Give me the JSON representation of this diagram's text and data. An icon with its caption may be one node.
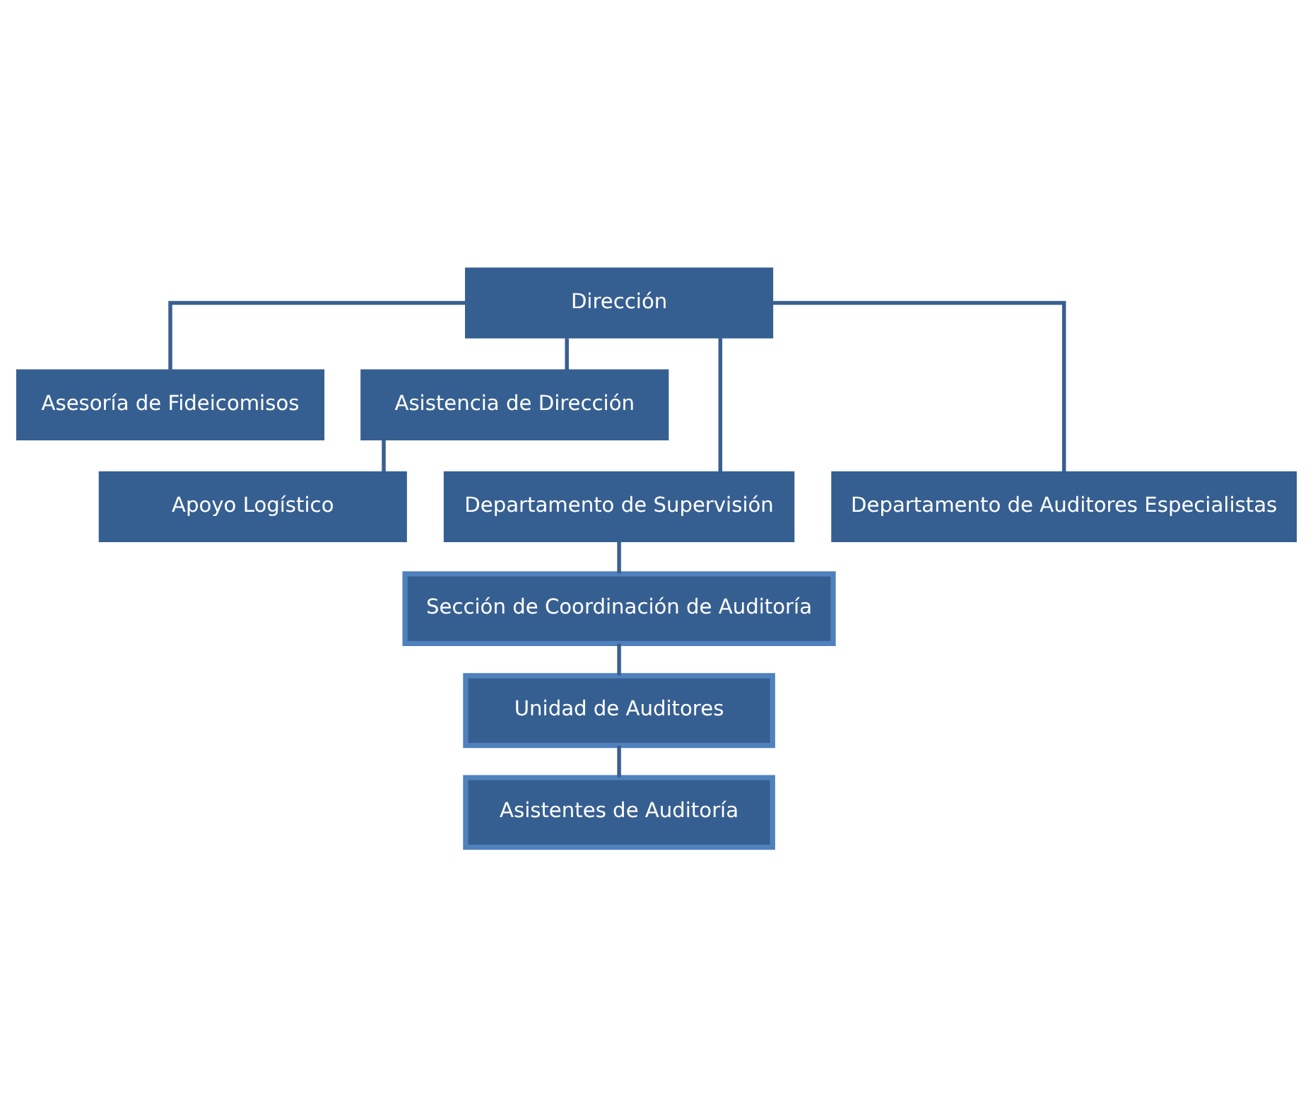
{
  "diagram": {
    "nodes": [
      {
        "text": [
          "Dirección"
        ]
      },
      {
        "text": [
          "Asesoría de Fideicomisos"
        ]
      },
      {
        "text": [
          "Asistencia de Dirección"
        ]
      },
      {
        "text": [
          "Apoyo Logístico"
        ]
      },
      {
        "text": [
          "Departamento de Supervisión"
        ]
      },
      {
        "text": [
          "Departamento de Auditores Especialistas"
        ]
      },
      {
        "text": [
          "Sección de Coordinación de Auditoría"
        ]
      },
      {
        "text": [
          "Unidad de Auditores"
        ]
      },
      {
        "text": [
          "Asistentes de Auditoría"
        ]
      }
    ],
    "edges": [
      {
        "from": 0,
        "to": 1,
        "arrow": "none"
      },
      {
        "from": 0,
        "to": 2,
        "arrow": "none"
      },
      {
        "from": 2,
        "to": 3,
        "arrow": "none"
      },
      {
        "from": 0,
        "to": 4,
        "arrow": "none"
      },
      {
        "from": 0,
        "to": 5,
        "arrow": "none"
      },
      {
        "from": 4,
        "to": 6,
        "arrow": "none"
      },
      {
        "from": 6,
        "to": 7,
        "arrow": "none"
      },
      {
        "from": 7,
        "to": 8,
        "arrow": "none"
      }
    ]
  }
}
